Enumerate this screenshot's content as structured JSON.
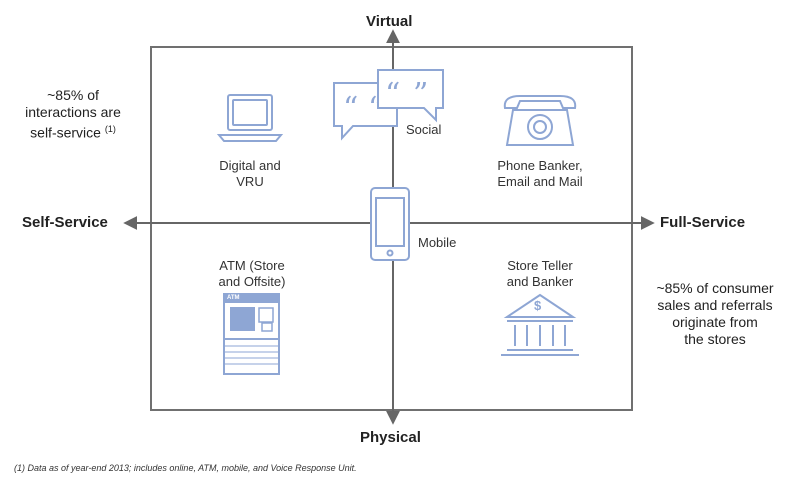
{
  "axes": {
    "top": "Virtual",
    "bottom": "Physical",
    "left": "Self-Service",
    "right": "Full-Service"
  },
  "nodes": {
    "digital": {
      "line1": "Digital and",
      "line2": "VRU",
      "icon": "laptop-icon"
    },
    "social": {
      "label": "Social",
      "icon": "speech-bubbles-icon"
    },
    "phone": {
      "line1": "Phone Banker,",
      "line2": "Email and Mail",
      "icon": "telephone-icon"
    },
    "mobile": {
      "label": "Mobile",
      "icon": "smartphone-icon"
    },
    "atm": {
      "line1": "ATM (Store",
      "line2": "and Offsite)",
      "icon": "atm-icon",
      "screen_text": "ATM"
    },
    "store": {
      "line1": "Store Teller",
      "line2": "and Banker",
      "icon": "bank-building-icon"
    }
  },
  "notes": {
    "left": {
      "line1": "~85% of",
      "line2": "interactions are",
      "line3": "self-service",
      "sup": "(1)"
    },
    "right": {
      "line1": "~85% of consumer",
      "line2": "sales and referrals",
      "line3": "originate from",
      "line4": "the stores"
    }
  },
  "footnote": "(1)  Data as of year-end 2013; includes online, ATM, mobile, and Voice Response Unit.",
  "colors": {
    "icon": "#8ea6d4",
    "axis": "#666666",
    "frame": "#707070"
  }
}
